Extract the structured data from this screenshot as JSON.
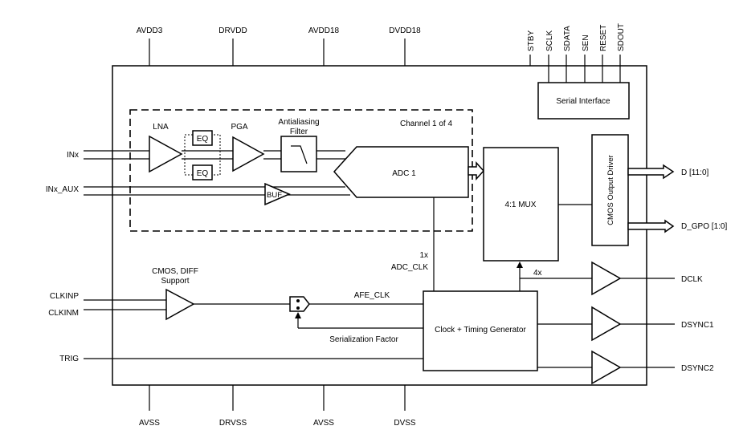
{
  "supply_pins": {
    "top": [
      "AVDD3",
      "DRVDD",
      "AVDD18",
      "DVDD18"
    ],
    "bottom": [
      "AVSS",
      "DRVSS",
      "AVSS",
      "DVSS"
    ]
  },
  "serial_pins": [
    "STBY",
    "SCLK",
    "SDATA",
    "SEN",
    "RESET",
    "SDOUT"
  ],
  "serial_interface": "Serial Interface",
  "channel": {
    "label": "Channel 1 of 4",
    "lna": "LNA",
    "eq": "EQ",
    "pga": "PGA",
    "filter_line1": "Antialiasing",
    "filter_line2": "Filter",
    "adc": "ADC 1",
    "buf": "BUF"
  },
  "inputs": {
    "inx": "INx",
    "inx_aux": "INx_AUX",
    "clkinp": "CLKINP",
    "clkinm": "CLKINM",
    "trig": "TRIG"
  },
  "clock": {
    "support_line1": "CMOS, DIFF",
    "support_line2": "Support",
    "afe_clk": "AFE_CLK",
    "adc_clk_div": "1x",
    "adc_clk": "ADC_CLK",
    "serialization_factor": "Serialization Factor",
    "generator": "Clock + Timing Generator",
    "mux_clk": "4x"
  },
  "mux": "4:1 MUX",
  "output_driver": "CMOS Output Driver",
  "outputs": {
    "data": "D [11:0]",
    "gpo": "D_GPO [1:0]",
    "dclk": "DCLK",
    "dsync1": "DSYNC1",
    "dsync2": "DSYNC2"
  }
}
